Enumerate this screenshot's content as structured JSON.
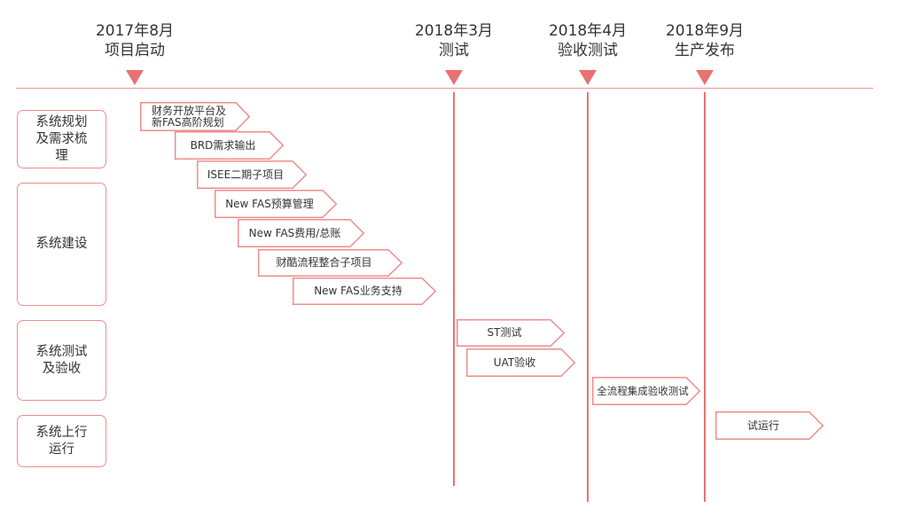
{
  "milestones": [
    {
      "date": "2017年8月",
      "label": "项目启动"
    },
    {
      "date": "2018年3月",
      "label": "测试"
    },
    {
      "date": "2018年4月",
      "label": "验收测试"
    },
    {
      "date": "2018年9月",
      "label": "生产发布"
    }
  ],
  "phases": [
    {
      "label": "系统规划及需求梳理"
    },
    {
      "label": "系统建设"
    },
    {
      "label": "系统测试及验收"
    },
    {
      "label": "系统上行运行"
    }
  ],
  "tasks": [
    {
      "line1": "财务开放平台及",
      "line2": "新FAS高阶规划"
    },
    {
      "label": "BRD需求输出"
    },
    {
      "label": "ISEE二期子项目"
    },
    {
      "label": "New FAS预算管理"
    },
    {
      "label": "New FAS费用/总账"
    },
    {
      "label": "财酷流程整合子项目"
    },
    {
      "label": "New FAS业务支持"
    },
    {
      "label": "ST测试"
    },
    {
      "label": "UAT验收"
    },
    {
      "label": "全流程集成验收测试"
    },
    {
      "label": "试运行"
    }
  ],
  "colors": {
    "accent": "#e87272",
    "border": "#ee8d8d"
  }
}
